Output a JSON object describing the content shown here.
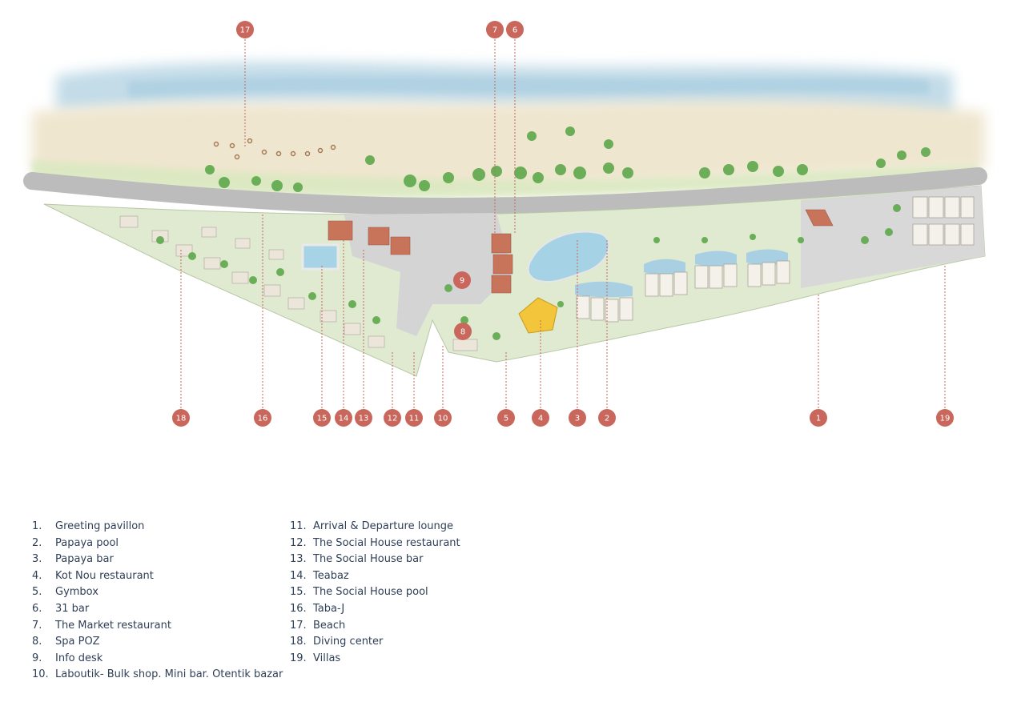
{
  "colors": {
    "marker": "#c9675c",
    "leader": "#c9675c",
    "legend_text": "#2f3f57",
    "sea": "#bcd8e6",
    "sand": "#f1e8d2",
    "road": "#bdbdbd",
    "grass": "#cfe3b0",
    "paving": "#d6d6d6",
    "roof": "#c7745a",
    "pool": "#a9d4e6",
    "tree": "#5aa84a",
    "accent_yellow": "#f2c53a"
  },
  "markers": [
    {
      "num": "17",
      "place": "top"
    },
    {
      "num": "7",
      "place": "top"
    },
    {
      "num": "6",
      "place": "top"
    },
    {
      "num": "9",
      "place": "inline"
    },
    {
      "num": "8",
      "place": "inline"
    },
    {
      "num": "18",
      "place": "bottom"
    },
    {
      "num": "16",
      "place": "bottom"
    },
    {
      "num": "15",
      "place": "bottom"
    },
    {
      "num": "14",
      "place": "bottom"
    },
    {
      "num": "13",
      "place": "bottom"
    },
    {
      "num": "12",
      "place": "bottom"
    },
    {
      "num": "11",
      "place": "bottom"
    },
    {
      "num": "10",
      "place": "bottom"
    },
    {
      "num": "5",
      "place": "bottom"
    },
    {
      "num": "4",
      "place": "bottom"
    },
    {
      "num": "3",
      "place": "bottom"
    },
    {
      "num": "2",
      "place": "bottom"
    },
    {
      "num": "1",
      "place": "bottom"
    },
    {
      "num": "19",
      "place": "bottom"
    }
  ],
  "legend": [
    {
      "num": "1.",
      "label": "Greeting pavillon"
    },
    {
      "num": "2.",
      "label": "Papaya pool"
    },
    {
      "num": "3.",
      "label": "Papaya bar"
    },
    {
      "num": "4.",
      "label": "Kot Nou restaurant"
    },
    {
      "num": "5.",
      "label": "Gymbox"
    },
    {
      "num": "6.",
      "label": "31 bar"
    },
    {
      "num": "7.",
      "label": "The Market restaurant"
    },
    {
      "num": "8.",
      "label": "Spa POZ"
    },
    {
      "num": "9.",
      "label": "Info desk"
    },
    {
      "num": "10.",
      "label": "Laboutik- Bulk shop. Mini bar. Otentik bazar"
    },
    {
      "num": "11.",
      "label": "Arrival & Departure lounge"
    },
    {
      "num": "12.",
      "label": "The Social House restaurant"
    },
    {
      "num": "13.",
      "label": "The Social House bar"
    },
    {
      "num": "14.",
      "label": "Teabaz"
    },
    {
      "num": "15.",
      "label": "The Social House pool"
    },
    {
      "num": "16.",
      "label": "Taba-J"
    },
    {
      "num": "17.",
      "label": "Beach"
    },
    {
      "num": "18.",
      "label": "Diving center"
    },
    {
      "num": "19.",
      "label": "Villas"
    }
  ]
}
